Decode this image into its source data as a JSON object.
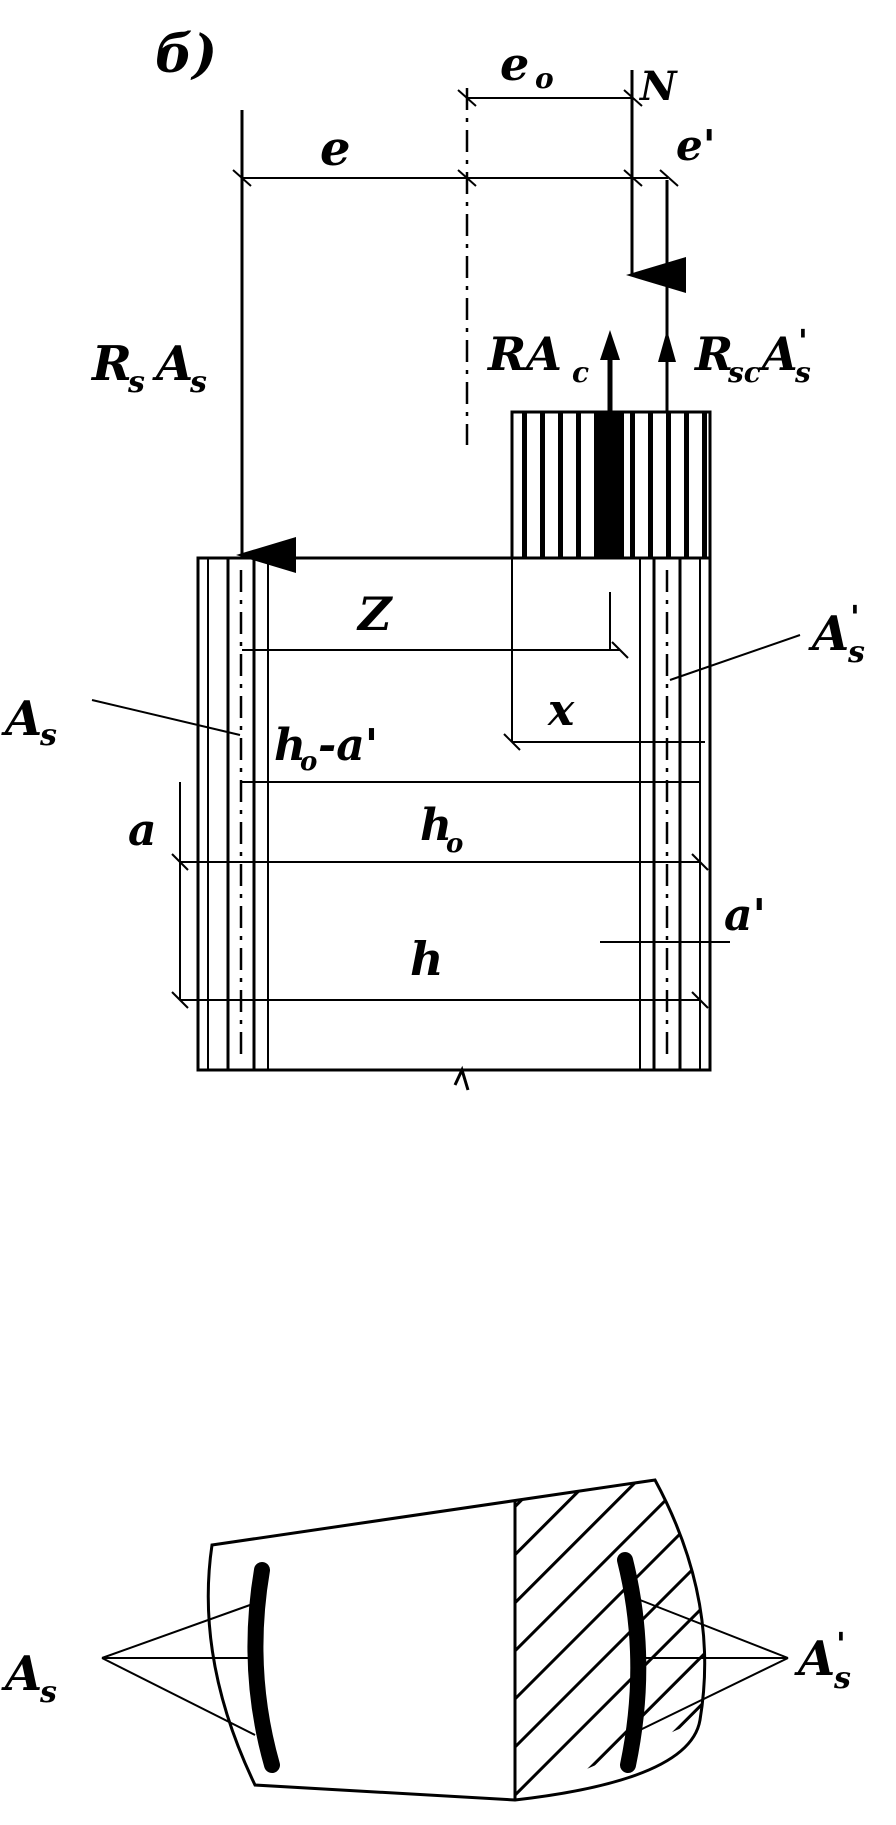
{
  "top_diagram": {
    "panel_label": "б)",
    "labels": {
      "e0": "e",
      "e0_sub": "o",
      "N": "N",
      "e": "e",
      "e_prime": "e'",
      "Rs": "R",
      "Rs_sub": "s",
      "As_force": "A",
      "As_force_sub": "s",
      "RAc": "RA",
      "RAc_sub": "c",
      "Rsc": "R",
      "Rsc_sub": "sc",
      "Asc": "A",
      "Asc_sub": "s",
      "Asc_prime": "'",
      "Z": "Z",
      "x": "x",
      "As_left": "A",
      "As_left_sub": "s",
      "As_right": "A",
      "As_right_sub": "s",
      "As_right_prime": "'",
      "h0_minus_a": "h",
      "h0_minus_a_sub": "o",
      "h0_minus_a_rest": "-a'",
      "a": "a",
      "h0": "h",
      "h0_sub": "o",
      "a_prime": "a'",
      "h": "h"
    }
  },
  "bottom_diagram": {
    "labels": {
      "As": "A",
      "As_sub": "s",
      "As_prime": "A",
      "As_prime_sub": "s",
      "As_prime_mark": "'"
    }
  }
}
